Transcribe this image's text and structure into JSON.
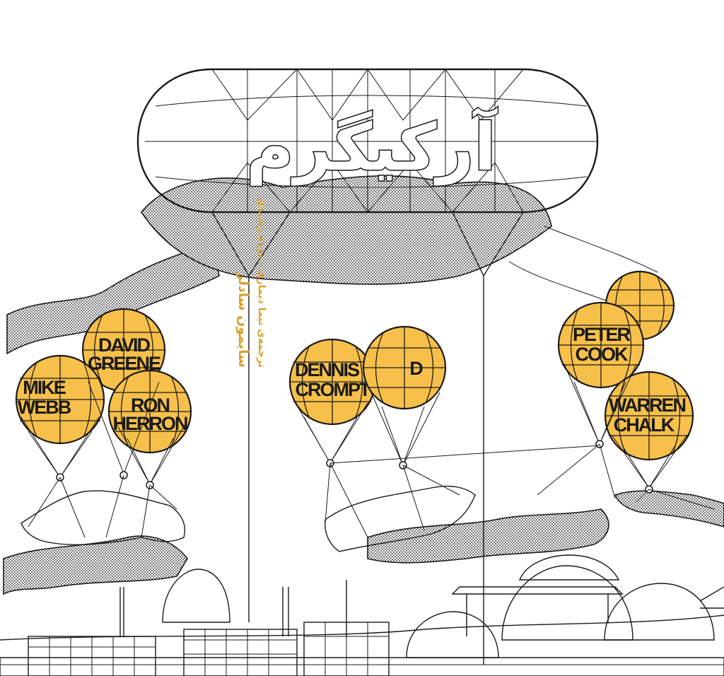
{
  "cover": {
    "title": "آرکیگرم",
    "author": "سایمون سادلر",
    "translators": "ترجمه‌ی نیما دیماری - مژده رشیدی"
  },
  "balloons": [
    {
      "id": "david-greene",
      "lines": [
        "DAVID",
        "GREENE"
      ]
    },
    {
      "id": "mike-webb",
      "lines": [
        "MIKE",
        "WEBB"
      ]
    },
    {
      "id": "ron-herron",
      "lines": [
        "RON",
        "HERRON"
      ]
    },
    {
      "id": "dennis-crompton",
      "lines": [
        "DENNIS",
        "CROMPTON"
      ]
    },
    {
      "id": "d-balloon",
      "lines": [
        "D"
      ]
    },
    {
      "id": "peter-cook",
      "lines": [
        "PETER",
        "COOK"
      ]
    },
    {
      "id": "warren-chalk",
      "lines": [
        "WARREN",
        "CHALK"
      ]
    }
  ],
  "colors": {
    "balloon": "#f7c04a",
    "ink": "#1a1a1a",
    "author": "#d9a12c"
  }
}
